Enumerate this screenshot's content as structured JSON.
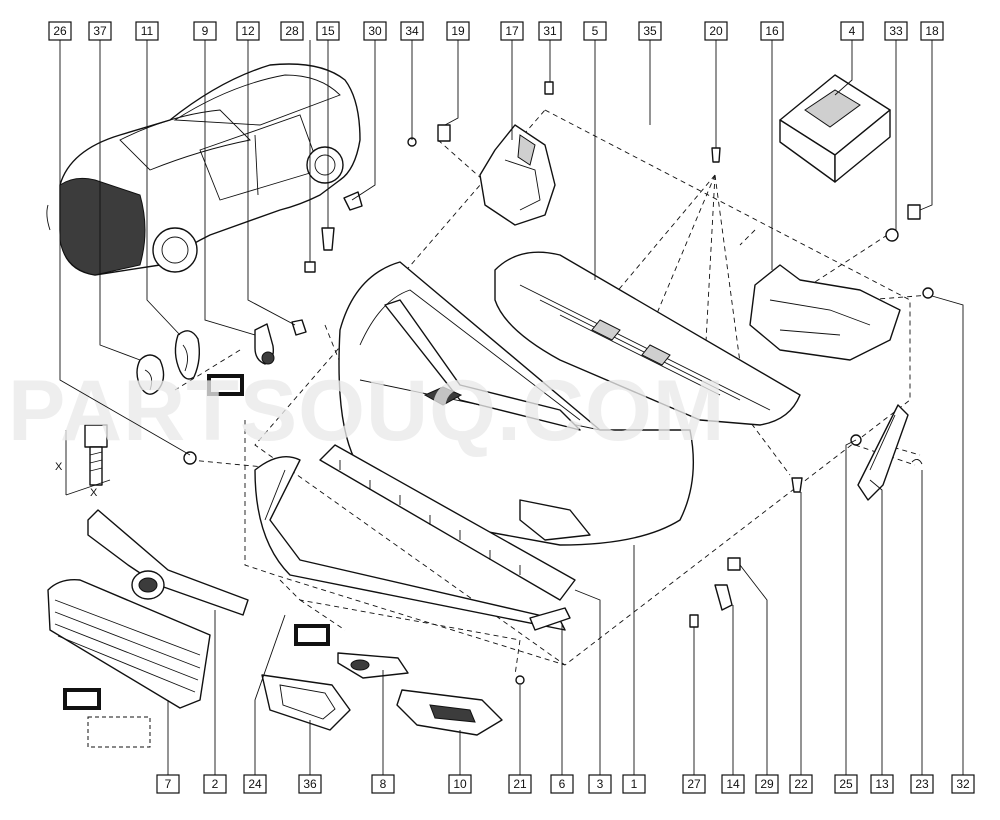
{
  "watermark": "PARTSOUQ.COM",
  "axis": {
    "x_label_1": "X",
    "x_label_2": "X"
  },
  "callouts": {
    "top": [
      "26",
      "37",
      "11",
      "9",
      "12",
      "28",
      "15",
      "30",
      "34",
      "19",
      "17",
      "31",
      "5",
      "35",
      "20",
      "4",
      "16",
      "33",
      "18"
    ],
    "bottom": [
      "7",
      "2",
      "24",
      "36",
      "8",
      "10",
      "21",
      "6",
      "3",
      "1",
      "27",
      "14",
      "29",
      "22",
      "25",
      "13",
      "23",
      "32"
    ]
  },
  "colors": {
    "line": "#111111",
    "watermark": "#e9e9e9",
    "background": "#ffffff"
  }
}
